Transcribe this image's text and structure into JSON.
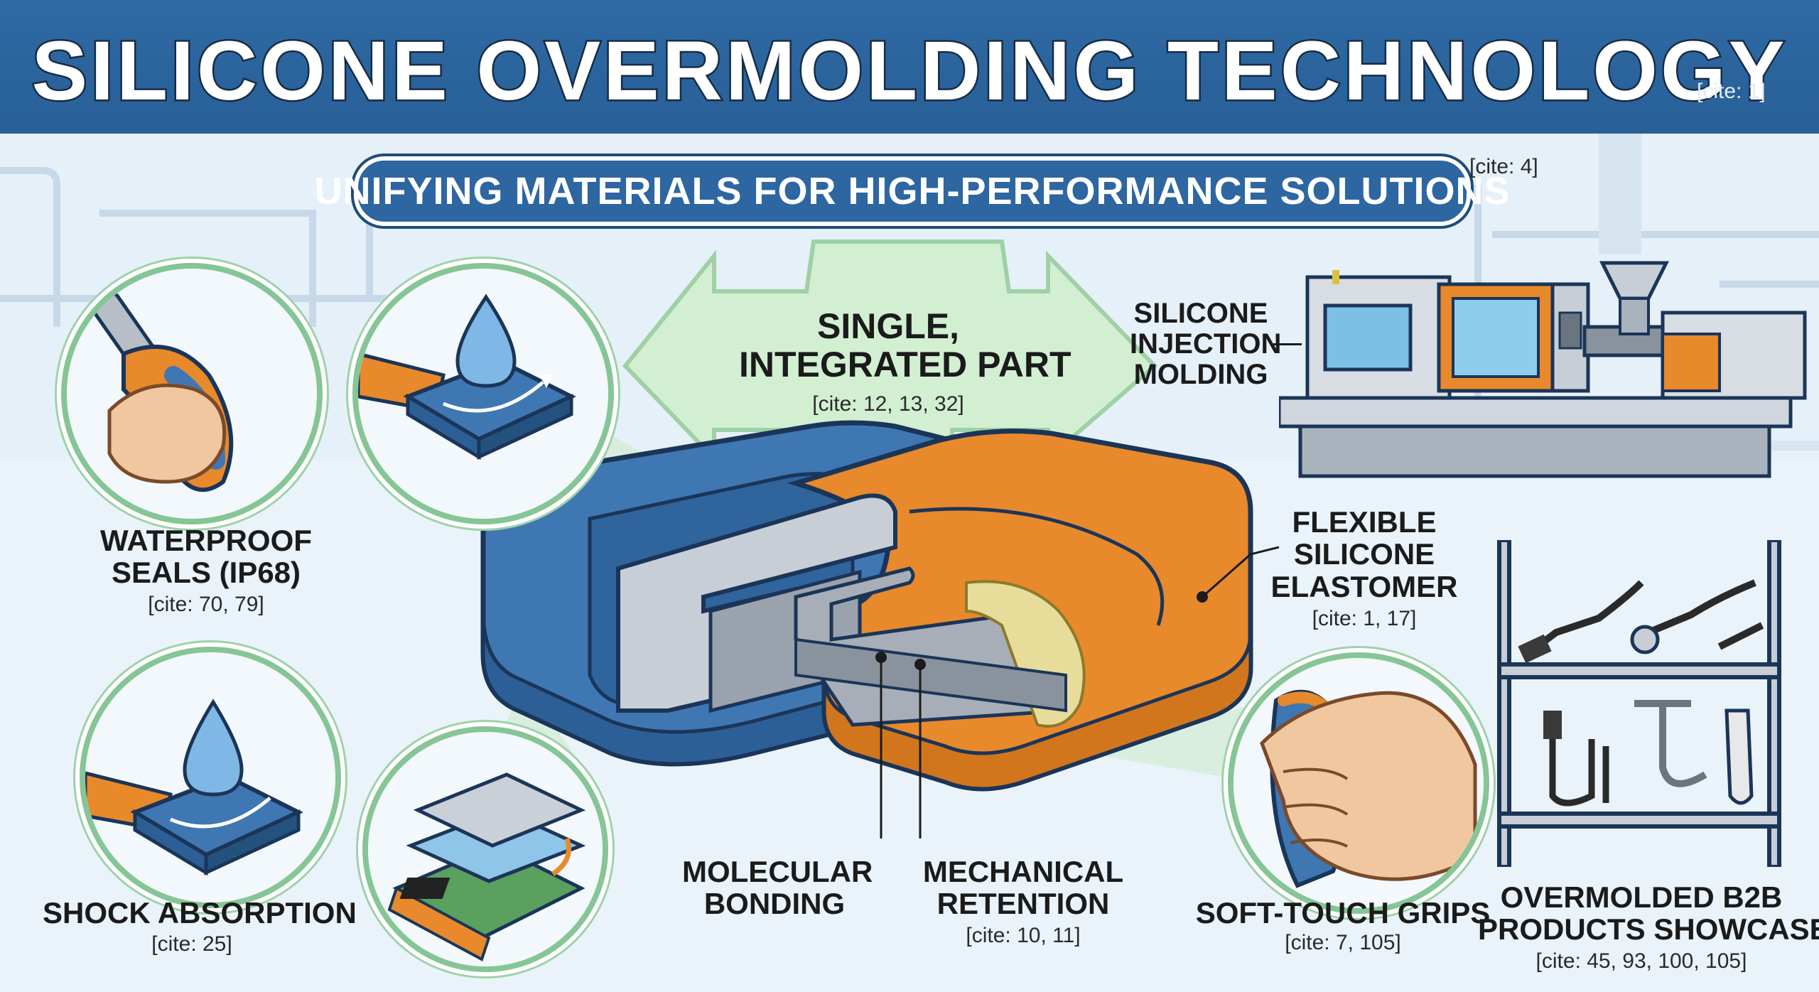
{
  "title": "SILICONE OVERMOLDING TECHNOLOGY",
  "title_cite": "[cite: 1]",
  "subtitle": "UNIFYING MATERIALS FOR HIGH-PERFORMANCE SOLUTIONS",
  "subtitle_cite": "[cite: 4]",
  "center": {
    "line1": "SINGLE,",
    "line2": "INTEGRATED PART",
    "cite": "[cite: 12, 13, 32]"
  },
  "injection": {
    "line1": "SILICONE",
    "line2": "INJECTION",
    "line3": "MOLDING"
  },
  "elastomer": {
    "line1": "FLEXIBLE",
    "line2": "SILICONE",
    "line3": "ELASTOMER",
    "cite": "[cite: 1, 17]"
  },
  "waterproof": {
    "line1": "WATERPROOF",
    "line2": "SEALS (IP68)",
    "cite": "[cite: 70, 79]"
  },
  "shock": {
    "line1": "SHOCK ABSORPTION",
    "cite": "[cite: 25]"
  },
  "molecular": {
    "line1": "MOLECULAR",
    "line2": "BONDING"
  },
  "mechanical": {
    "line1": "MECHANICAL",
    "line2": "RETENTION",
    "cite": "[cite: 10, 11]"
  },
  "grips": {
    "line1": "SOFT-TOUCH GRIPS",
    "cite": "[cite: 7, 105]"
  },
  "showcase": {
    "line1": "OVERMOLDED B2B",
    "line2": "PRODUCTS SHOWCASE",
    "cite": "[cite: 45, 93, 100, 105]"
  },
  "colors": {
    "header_blue": "#2f6aa4",
    "accent_blue": "#3f77b3",
    "silicone_orange": "#e8892c",
    "green_ring": "#86c595",
    "arrow_green": "#d3efd2"
  },
  "icons": [
    "tool-grip-icon",
    "water-drop-icon",
    "pcb-layers-icon",
    "hand-grip-icon",
    "injection-machine-icon",
    "product-shelf-icon"
  ]
}
